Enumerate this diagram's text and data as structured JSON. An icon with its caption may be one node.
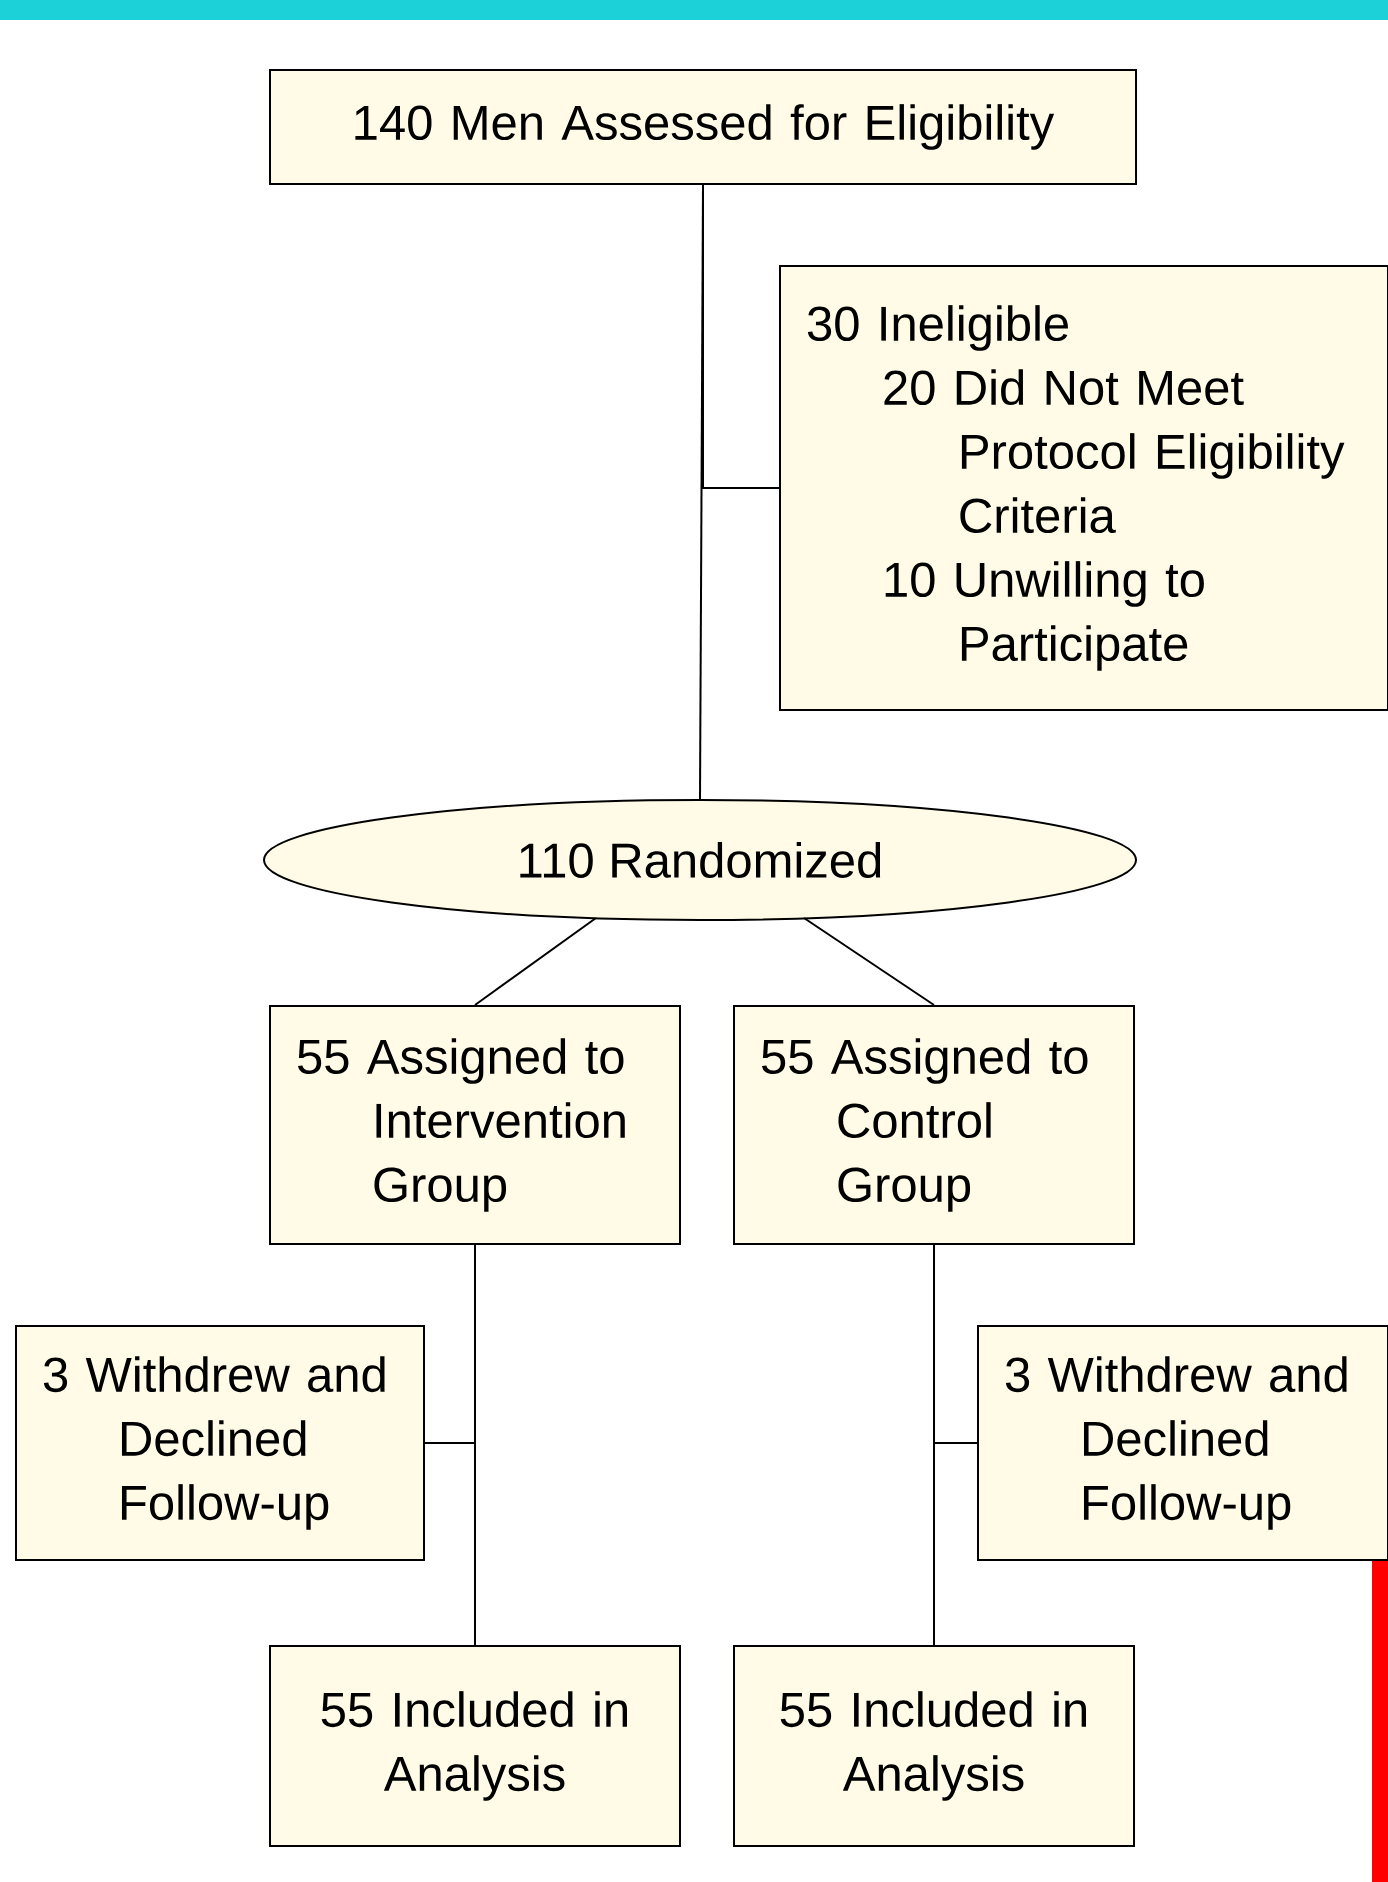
{
  "diagram": {
    "nodes": [
      {
        "text": [
          "140 Men Assessed for Eligibility"
        ]
      },
      {
        "text": [
          "30 Ineligible",
          "20 Did Not Meet Protocol Eligibility Criteria",
          "10 Unwilling to Participate"
        ]
      },
      {
        "text": [
          "110 Randomized"
        ]
      },
      {
        "text": [
          "55 Assigned to Intervention Group"
        ]
      },
      {
        "text": [
          "55 Assigned to Control Group"
        ]
      },
      {
        "text": [
          "3 Withdrew and Declined Follow-up"
        ]
      },
      {
        "text": [
          "55 Included in Analysis"
        ]
      },
      {
        "text": [
          "3 Withdrew and Declined Follow-up"
        ]
      },
      {
        "text": [
          "55 Included in Analysis"
        ]
      }
    ],
    "edges": [
      {
        "from": 0,
        "to": 2,
        "arrow": "none"
      },
      {
        "from": 0,
        "to": 1,
        "arrow": "none"
      },
      {
        "from": 2,
        "to": 3,
        "arrow": "none"
      },
      {
        "from": 2,
        "to": 4,
        "arrow": "none"
      },
      {
        "from": 3,
        "to": 6,
        "arrow": "none"
      },
      {
        "from": 3,
        "to": 5,
        "arrow": "none"
      },
      {
        "from": 4,
        "to": 8,
        "arrow": "none"
      },
      {
        "from": 4,
        "to": 7,
        "arrow": "none"
      }
    ]
  }
}
